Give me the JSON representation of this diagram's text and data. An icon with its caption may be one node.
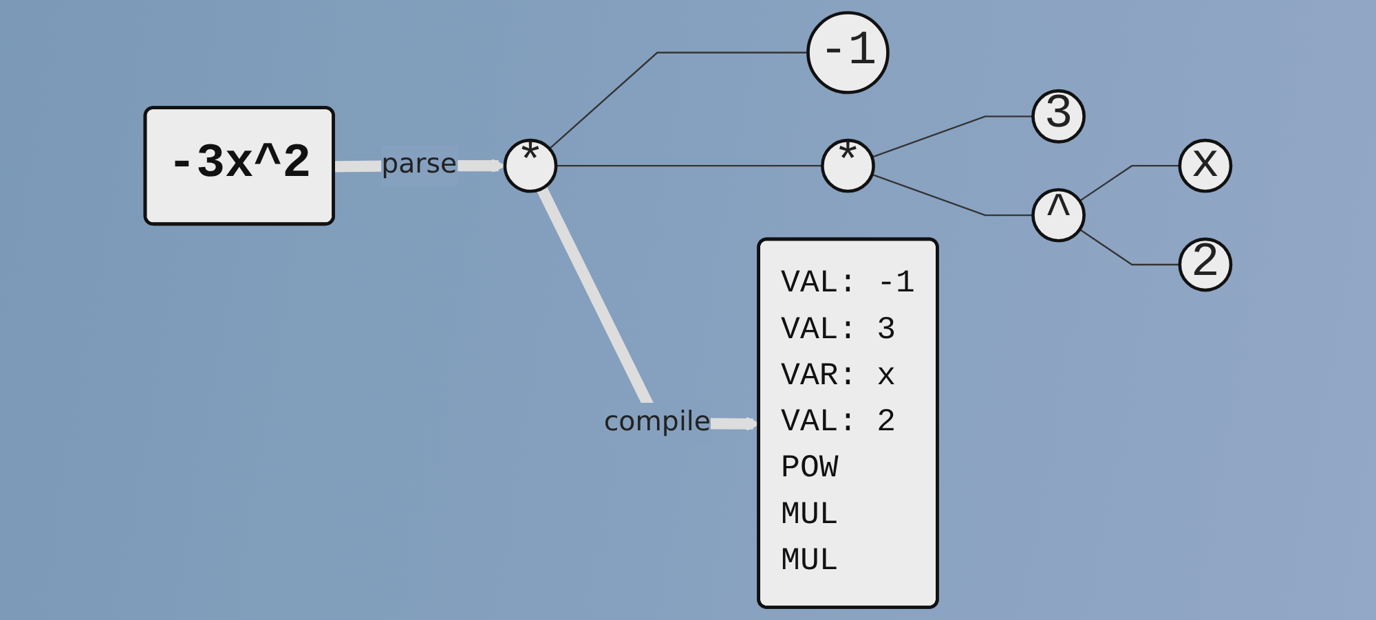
{
  "diagram": {
    "nodes": [
      {
        "text": [
          "-3x^2"
        ]
      },
      {
        "text": [
          "*"
        ]
      },
      {
        "text": [
          "-1"
        ]
      },
      {
        "text": [
          "*"
        ]
      },
      {
        "text": [
          "3"
        ]
      },
      {
        "text": [
          "^"
        ]
      },
      {
        "text": [
          "x"
        ]
      },
      {
        "text": [
          "2"
        ]
      },
      {
        "text": [
          "VAL: -1",
          "VAL: 3",
          "VAR: x",
          "VAL: 2",
          "POW",
          "MUL",
          "MUL"
        ]
      }
    ],
    "edges": [
      {
        "from": 0,
        "to": 1,
        "arrow": "to",
        "label": "parse",
        "style": "thick",
        "color": "#dddddd"
      },
      {
        "from": 1,
        "to": 2,
        "arrow": "none"
      },
      {
        "from": 1,
        "to": 3,
        "arrow": "none"
      },
      {
        "from": 3,
        "to": 4,
        "arrow": "none"
      },
      {
        "from": 3,
        "to": 5,
        "arrow": "none"
      },
      {
        "from": 5,
        "to": 6,
        "arrow": "none"
      },
      {
        "from": 5,
        "to": 7,
        "arrow": "none"
      },
      {
        "from": 1,
        "to": 8,
        "arrow": "to",
        "label": "compile",
        "style": "thick",
        "color": "#dddddd"
      }
    ]
  }
}
